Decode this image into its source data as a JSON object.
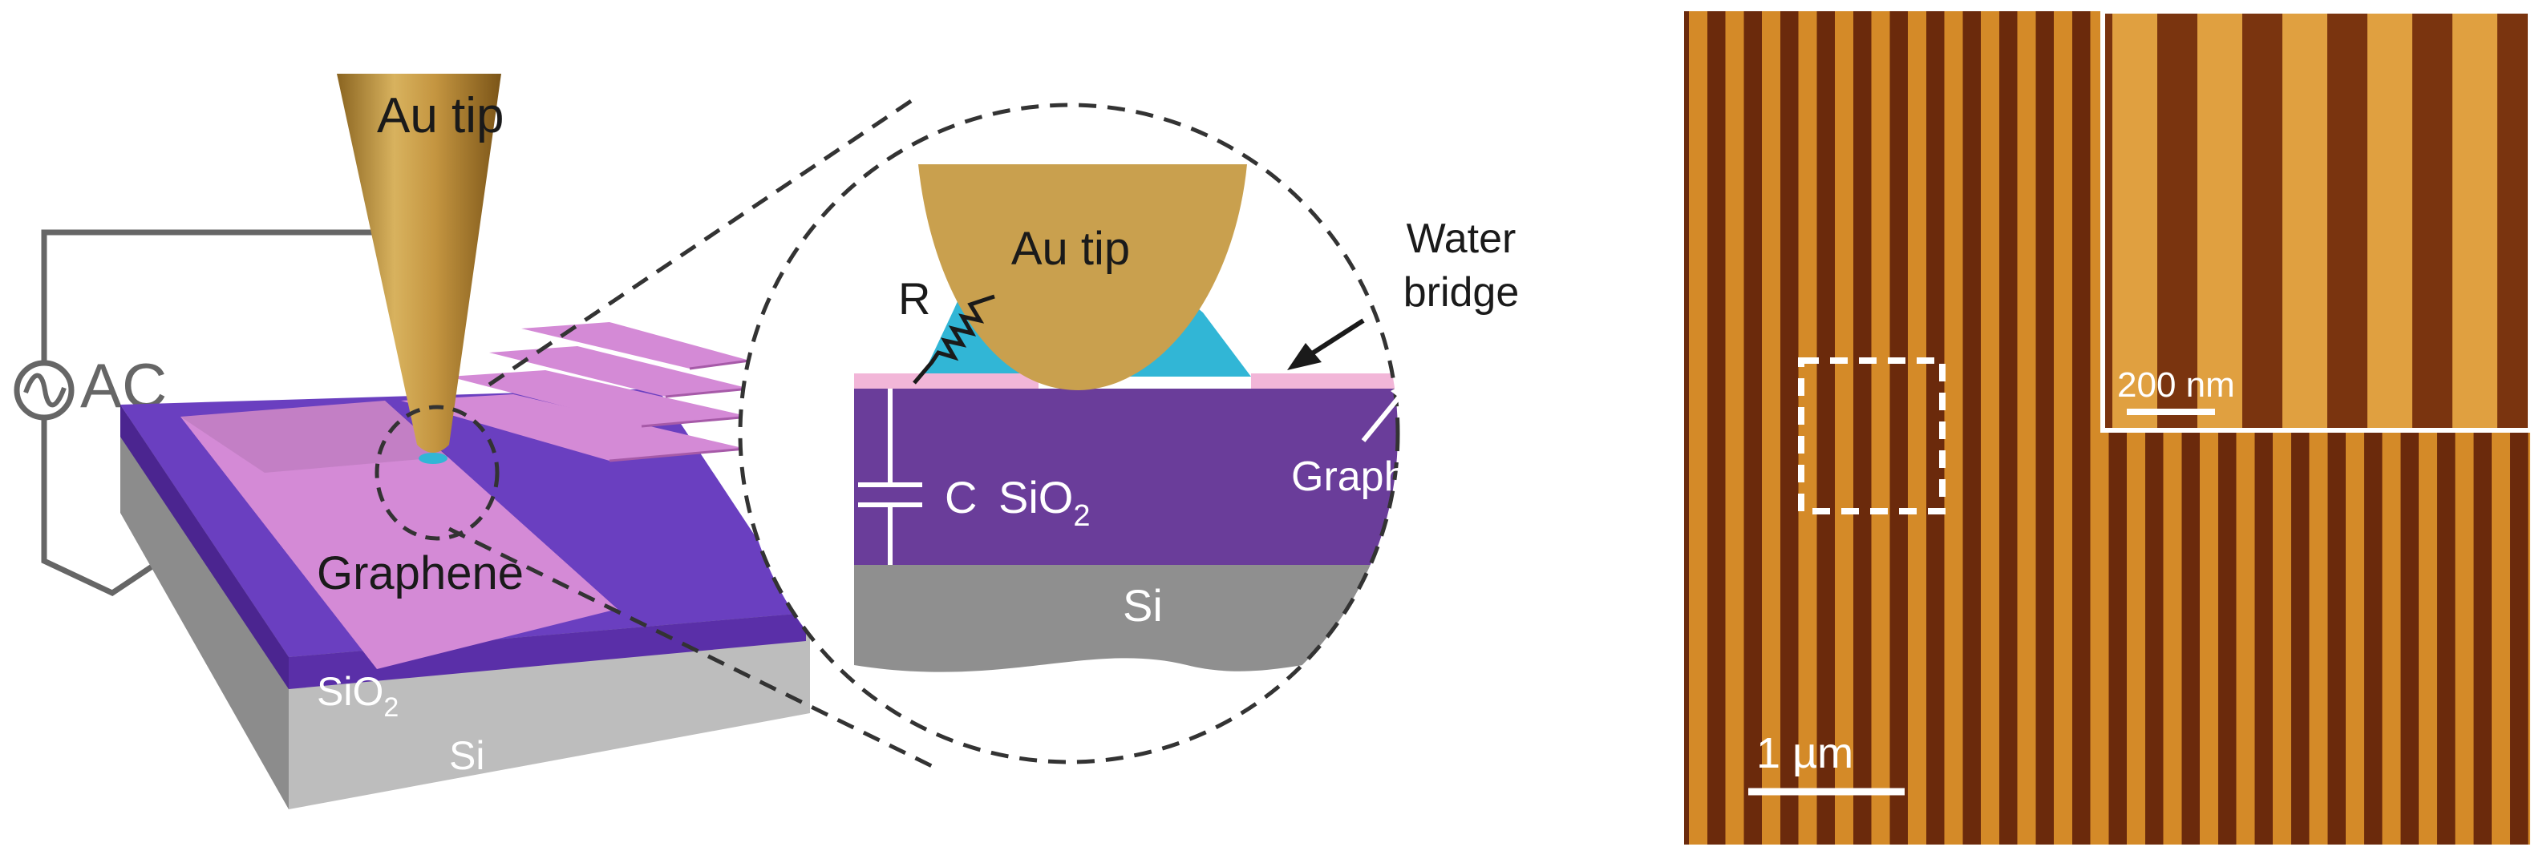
{
  "panel_left": {
    "tip_label": "Au tip",
    "source_label": "AC",
    "material_label": "Graphene",
    "oxide_label": "SiO",
    "oxide_subscript": "2",
    "substrate_label": "Si"
  },
  "panel_middle": {
    "tip_label": "Au tip",
    "resistor_label": "R",
    "capacitor_label": "C",
    "bridge_label_line1": "Water",
    "bridge_label_line2": "bridge",
    "material_label": "Graphene",
    "oxide_label": "SiO",
    "oxide_subscript": "2",
    "substrate_label": "Si"
  },
  "panel_right": {
    "scale_label": "1 µm",
    "inset_scale_label": "200 nm"
  },
  "colors": {
    "gold": "#c9a04e",
    "purple": "#6a3d9a",
    "pink": "#d98fd6",
    "water": "#31b6d6",
    "silicon": "#8f8f8f",
    "afm_dark": "#6b2a0c",
    "afm_light": "#d48a28"
  }
}
